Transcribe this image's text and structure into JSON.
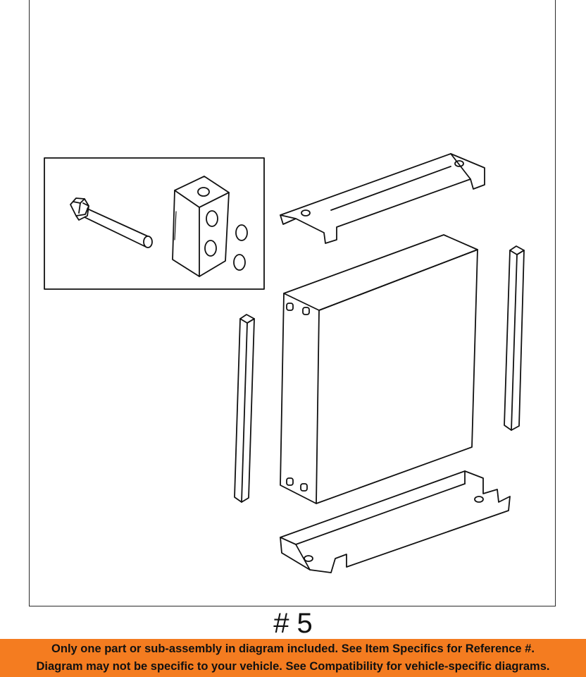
{
  "diagram": {
    "number_label": "# 5"
  },
  "notice": {
    "line1": "Only one part or sub-assembly in diagram included. See Item Specifics for Reference #.",
    "line2": "Diagram may not be specific to your vehicle. See Compatibility for vehicle-specific diagrams.",
    "background_color": "#f47c20"
  }
}
